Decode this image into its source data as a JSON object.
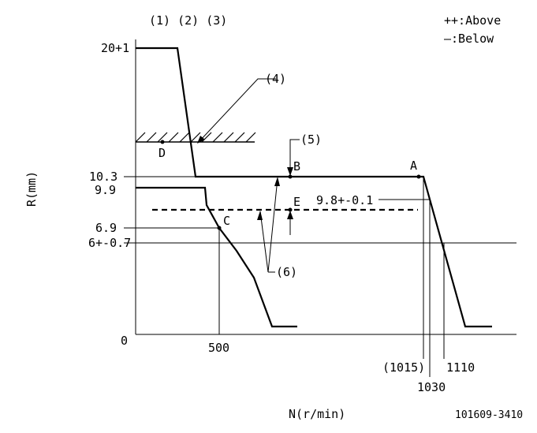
{
  "labels": {
    "top_refs": "(1) (2) (3)",
    "legend_above": "++:Above",
    "legend_below": "—:Below",
    "axis_y": "R(mm)",
    "axis_x": "N(r/min)",
    "drawing_no": "101609-3410",
    "ref4": "(4)",
    "ref5": "(5)",
    "ref6": "(6)",
    "point_A": "A",
    "point_B": "B",
    "point_C": "C",
    "point_D": "D",
    "point_E": "E",
    "spec_E": "9.8+-0.1"
  },
  "y_ticks": [
    "20+1",
    "10.3",
    "9.9",
    "6.9",
    "6+-0.7",
    "0"
  ],
  "x_ticks": [
    "500",
    "(1015)",
    "1030",
    "1110"
  ],
  "colors": {
    "line": "#000000",
    "background": "#ffffff"
  }
}
